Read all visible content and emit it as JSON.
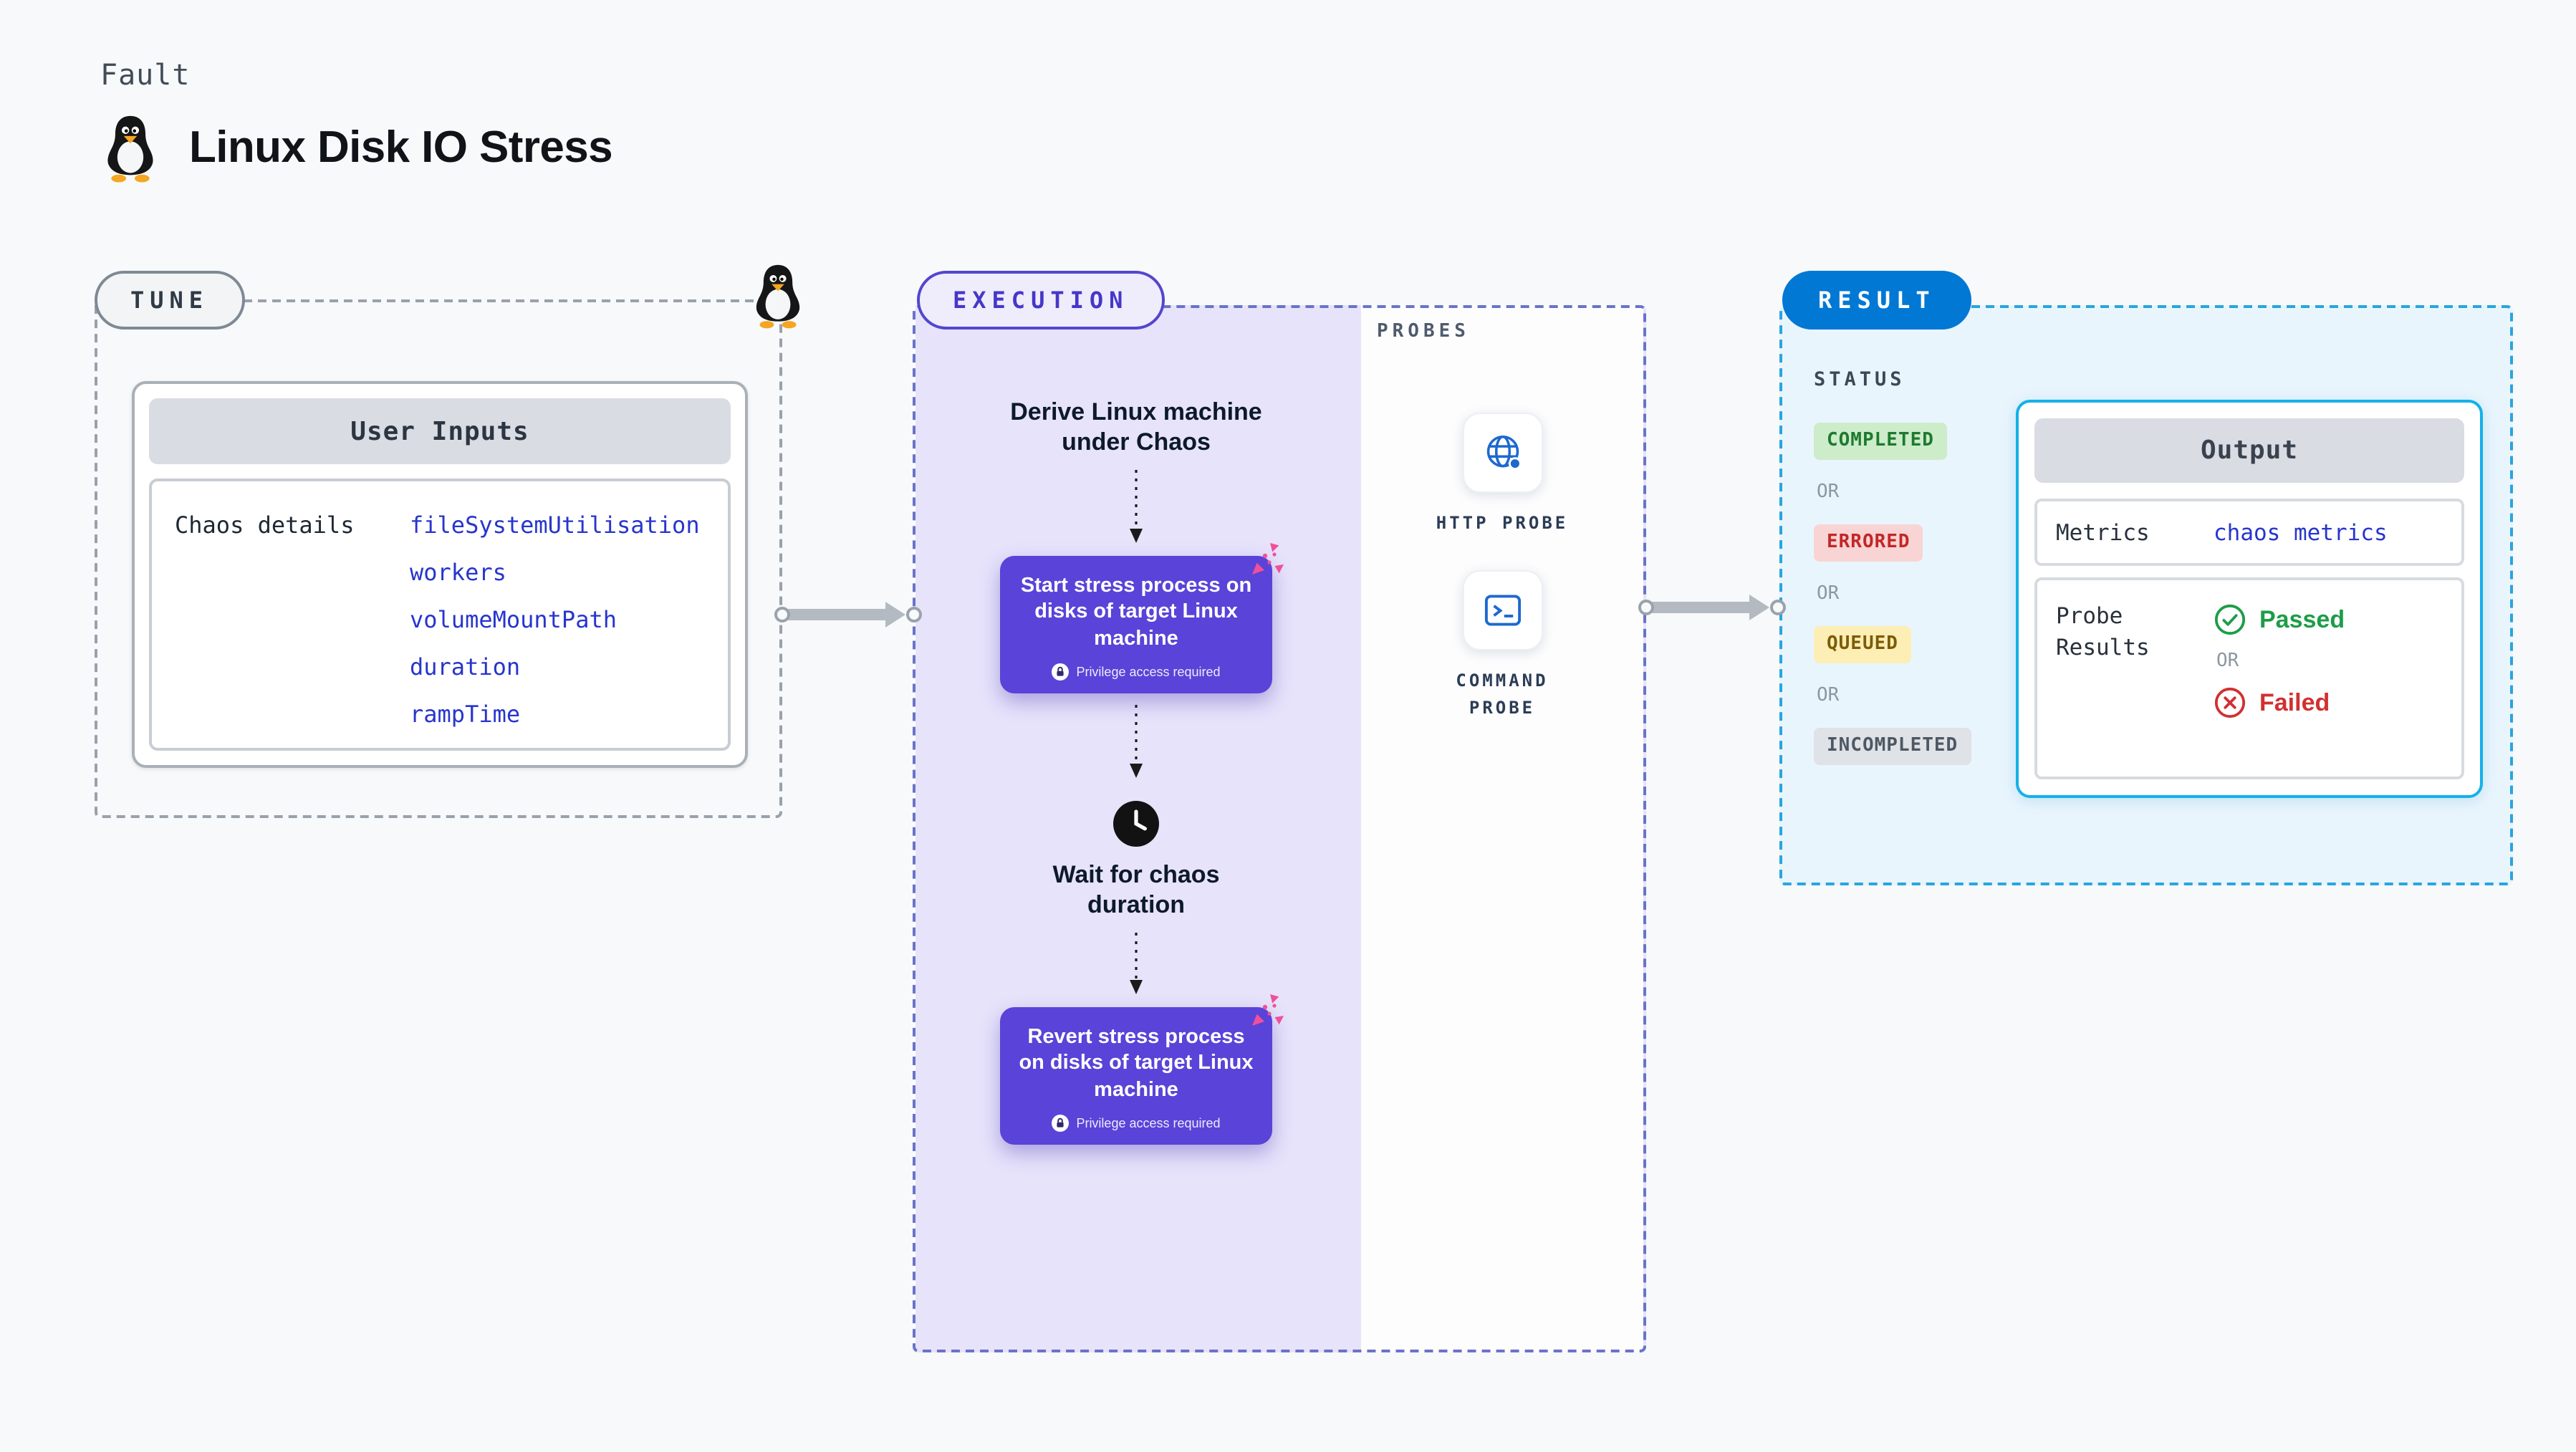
{
  "page": {
    "kicker": "Fault",
    "title": "Linux Disk IO Stress"
  },
  "tune": {
    "badge": "TUNE",
    "card_title": "User Inputs",
    "row_label": "Chaos details",
    "inputs": [
      "fileSystemUtilisation",
      "workers",
      "volumeMountPath",
      "duration",
      "rampTime"
    ]
  },
  "execution": {
    "badge": "EXECUTION",
    "derive_label": "Derive Linux machine under Chaos",
    "steps": [
      {
        "label": "Start stress process on disks of target Linux machine",
        "note": "Privilege access required"
      },
      {
        "label": "Revert stress process on disks of target Linux machine",
        "note": "Privilege access required"
      }
    ],
    "wait_label": "Wait for chaos duration",
    "probes": {
      "title": "PROBES",
      "items": [
        {
          "label": "HTTP PROBE",
          "icon": "http-probe-icon"
        },
        {
          "label": "COMMAND PROBE",
          "icon": "command-probe-icon"
        }
      ]
    }
  },
  "result": {
    "badge": "RESULT",
    "status_title": "STATUS",
    "or_label": "OR",
    "statuses": [
      {
        "label": "COMPLETED"
      },
      {
        "label": "ERRORED"
      },
      {
        "label": "QUEUED"
      },
      {
        "label": "INCOMPLETED"
      }
    ],
    "output": {
      "title": "Output",
      "metrics_label": "Metrics",
      "metrics_value": "chaos metrics",
      "probe_results_label": "Probe Results",
      "passed_label": "Passed",
      "failed_label": "Failed"
    }
  },
  "colors": {
    "accent_indigo": "#5a43d8",
    "accent_blue": "#0278d5",
    "link_blue": "#2735cd",
    "lavender_bg": "#e7e3fb",
    "result_bg": "#e9f5fd",
    "completed_green": "#1d7a2e",
    "errored_red": "#c22727",
    "queued_amber": "#7c5c05",
    "incompleted_gray": "#4e5863",
    "passed_green": "#1d9d48",
    "failed_red": "#d13131",
    "chaos_pink": "#f0509b"
  }
}
